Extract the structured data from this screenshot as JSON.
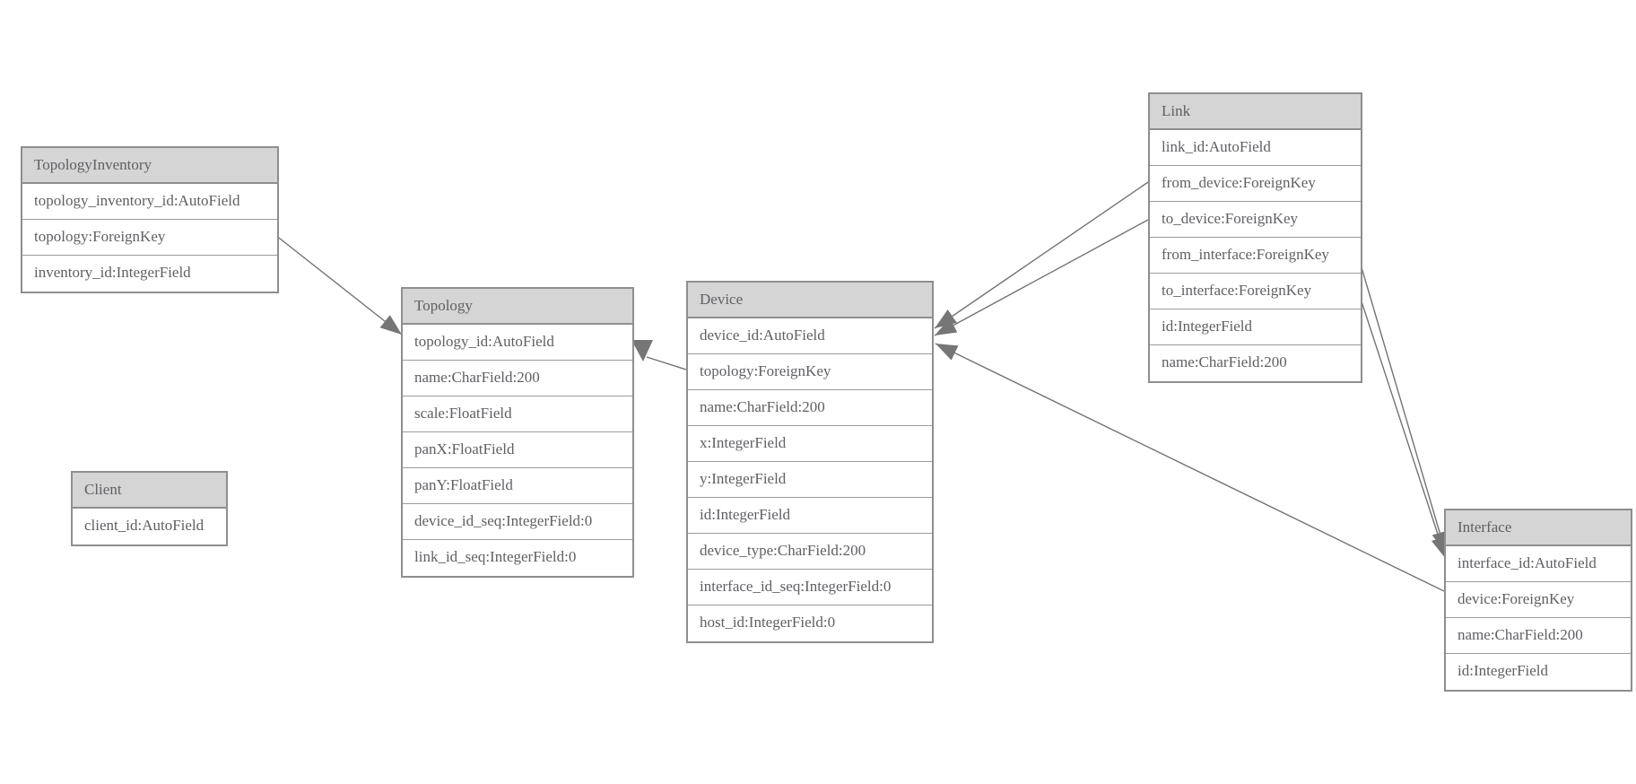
{
  "diagram": {
    "type": "model-entity-relationship-diagram",
    "colors": {
      "background": "#ffffff",
      "header_fill": "#d5d5d5",
      "outer_border": "#8e8e8e",
      "row_border": "#9b9b9b",
      "text_color": "#5f6064",
      "line_color": "#717375",
      "arrow_fill": "#767676"
    },
    "tables": [
      {
        "title": "TopologyInventory",
        "fields": [
          "topology_inventory_id:AutoField",
          "topology:ForeignKey",
          "inventory_id:IntegerField"
        ]
      },
      {
        "title": "Topology",
        "fields": [
          "topology_id:AutoField",
          "name:CharField:200",
          "scale:FloatField",
          "panX:FloatField",
          "panY:FloatField",
          "device_id_seq:IntegerField:0",
          "link_id_seq:IntegerField:0"
        ]
      },
      {
        "title": "Client",
        "fields": [
          "client_id:AutoField"
        ]
      },
      {
        "title": "Device",
        "fields": [
          "device_id:AutoField",
          "topology:ForeignKey",
          "name:CharField:200",
          "x:IntegerField",
          "y:IntegerField",
          "id:IntegerField",
          "device_type:CharField:200",
          "interface_id_seq:IntegerField:0",
          "host_id:IntegerField:0"
        ]
      },
      {
        "title": "Link",
        "fields": [
          "link_id:AutoField",
          "from_device:ForeignKey",
          "to_device:ForeignKey",
          "from_interface:ForeignKey",
          "to_interface:ForeignKey",
          "id:IntegerField",
          "name:CharField:200"
        ]
      },
      {
        "title": "Interface",
        "fields": [
          "interface_id:AutoField",
          "device:ForeignKey",
          "name:CharField:200",
          "id:IntegerField"
        ]
      }
    ],
    "edges": [
      {
        "from": "TopologyInventory.topology",
        "to": "Topology"
      },
      {
        "from": "Device.topology",
        "to": "Topology"
      },
      {
        "from": "Link.from_device",
        "to": "Device"
      },
      {
        "from": "Link.to_device",
        "to": "Device"
      },
      {
        "from": "Link.from_interface",
        "to": "Interface"
      },
      {
        "from": "Link.to_interface",
        "to": "Interface"
      },
      {
        "from": "Interface.device",
        "to": "Device"
      }
    ]
  }
}
